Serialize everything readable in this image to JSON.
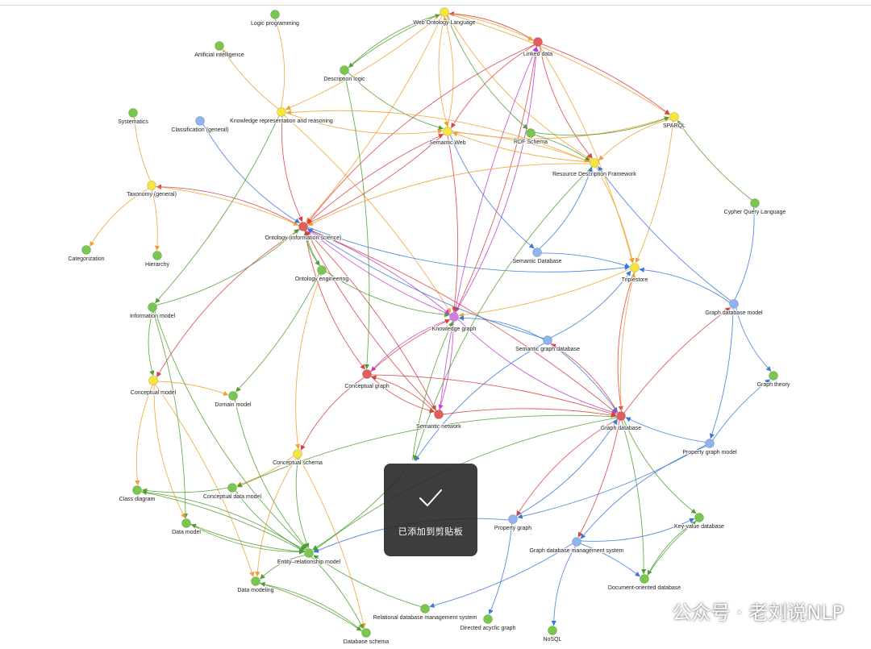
{
  "colors": {
    "yellow": "#f7e63a",
    "red": "#e45d5d",
    "green": "#7ac74f",
    "blue": "#8fb4f0",
    "purple": "#cf7fe0",
    "edge_orange": "#f0a030",
    "edge_red": "#d94040",
    "edge_green": "#4fa030",
    "edge_blue": "#3c78d8",
    "edge_purple": "#c040d0"
  },
  "nodes": [
    {
      "id": "owl",
      "label": "Web Ontology Language",
      "type": "yellow"
    },
    {
      "id": "linked",
      "label": "Linked data",
      "type": "red"
    },
    {
      "id": "logicprog",
      "label": "Logic programming",
      "type": "green"
    },
    {
      "id": "ai",
      "label": "Artificial intelligence",
      "type": "green"
    },
    {
      "id": "dl",
      "label": "Description logic",
      "type": "green"
    },
    {
      "id": "krr",
      "label": "Knowledge representation and reasoning",
      "type": "yellow"
    },
    {
      "id": "systematics",
      "label": "Systematics",
      "type": "green"
    },
    {
      "id": "classif",
      "label": "Classification (general)",
      "type": "blue"
    },
    {
      "id": "semweb",
      "label": "Semantic Web",
      "type": "yellow"
    },
    {
      "id": "rdfs",
      "label": "RDF Schema",
      "type": "green"
    },
    {
      "id": "sparql",
      "label": "SPARQL",
      "type": "yellow"
    },
    {
      "id": "rdf",
      "label": "Resource Description Framework",
      "type": "yellow"
    },
    {
      "id": "taxonomy",
      "label": "Taxonomy (general)",
      "type": "yellow"
    },
    {
      "id": "cypher",
      "label": "Cypher Query Language",
      "type": "green"
    },
    {
      "id": "ontology",
      "label": "Ontology (information science)",
      "type": "red"
    },
    {
      "id": "categ",
      "label": "Categorization",
      "type": "green"
    },
    {
      "id": "hierarchy",
      "label": "Hierarchy",
      "type": "green"
    },
    {
      "id": "semdb",
      "label": "Semantic Database",
      "type": "blue"
    },
    {
      "id": "triplestore",
      "label": "Triplestore",
      "type": "yellow"
    },
    {
      "id": "onteng",
      "label": "Ontology engineering",
      "type": "green"
    },
    {
      "id": "infomodel",
      "label": "Information model",
      "type": "green"
    },
    {
      "id": "gdbmodel",
      "label": "Graph database model",
      "type": "blue"
    },
    {
      "id": "kg",
      "label": "Knowledge graph",
      "type": "purple"
    },
    {
      "id": "semgdb",
      "label": "Semantic graph database",
      "type": "blue"
    },
    {
      "id": "graphtheory",
      "label": "Graph theory",
      "type": "green"
    },
    {
      "id": "concgraph",
      "label": "Conceptual graph",
      "type": "red"
    },
    {
      "id": "concmodel",
      "label": "Conceptual model",
      "type": "yellow"
    },
    {
      "id": "dommodel",
      "label": "Domain model",
      "type": "green"
    },
    {
      "id": "semnet",
      "label": "Semantic network",
      "type": "red"
    },
    {
      "id": "graphdb",
      "label": "Graph database",
      "type": "red"
    },
    {
      "id": "propgraphmodel",
      "label": "Property graph model",
      "type": "blue"
    },
    {
      "id": "concschema",
      "label": "Conceptual schema",
      "type": "yellow"
    },
    {
      "id": "concdatamodel",
      "label": "Conceptual data model",
      "type": "green"
    },
    {
      "id": "classdiag",
      "label": "Class diagram",
      "type": "green"
    },
    {
      "id": "datamodel",
      "label": "Data model",
      "type": "green"
    },
    {
      "id": "propgraph",
      "label": "Property graph",
      "type": "blue"
    },
    {
      "id": "kvdb",
      "label": "Key-value database",
      "type": "green"
    },
    {
      "id": "gdbms",
      "label": "Graph database management system",
      "type": "blue"
    },
    {
      "id": "er",
      "label": "Entity–relationship model",
      "type": "green"
    },
    {
      "id": "datamodeling",
      "label": "Data modeling",
      "type": "green"
    },
    {
      "id": "docdb",
      "label": "Document-oriented database",
      "type": "green"
    },
    {
      "id": "rdbms",
      "label": "Relational database management system",
      "type": "green"
    },
    {
      "id": "dag",
      "label": "Directed acyclic graph",
      "type": "green"
    },
    {
      "id": "nosql",
      "label": "NoSQL",
      "type": "green"
    },
    {
      "id": "dbschema",
      "label": "Database schema",
      "type": "green"
    },
    {
      "id": "hidden",
      "label": "",
      "type": "green"
    }
  ],
  "edges": [
    [
      "linked",
      "owl",
      "edge_red"
    ],
    [
      "owl",
      "linked",
      "edge_orange"
    ],
    [
      "owl",
      "dl",
      "edge_green"
    ],
    [
      "dl",
      "owl",
      "edge_green"
    ],
    [
      "owl",
      "semweb",
      "edge_orange"
    ],
    [
      "owl",
      "krr",
      "edge_orange"
    ],
    [
      "owl",
      "rdf",
      "edge_orange"
    ],
    [
      "owl",
      "sparql",
      "edge_orange"
    ],
    [
      "owl",
      "rdfs",
      "edge_green"
    ],
    [
      "owl",
      "ontology",
      "edge_orange"
    ],
    [
      "linked",
      "semweb",
      "edge_red"
    ],
    [
      "linked",
      "sparql",
      "edge_red"
    ],
    [
      "linked",
      "rdf",
      "edge_red"
    ],
    [
      "linked",
      "triplestore",
      "edge_orange"
    ],
    [
      "linked",
      "ontology",
      "edge_red"
    ],
    [
      "linked",
      "kg",
      "edge_red"
    ],
    [
      "kg",
      "linked",
      "edge_purple"
    ],
    [
      "semnet",
      "linked",
      "edge_purple"
    ],
    [
      "krr",
      "logicprog",
      "edge_orange"
    ],
    [
      "krr",
      "ai",
      "edge_orange"
    ],
    [
      "krr",
      "ontology",
      "edge_red"
    ],
    [
      "krr",
      "kg",
      "edge_orange"
    ],
    [
      "krr",
      "semweb",
      "edge_orange"
    ],
    [
      "dl",
      "concgraph",
      "edge_green"
    ],
    [
      "dl",
      "semweb",
      "edge_green"
    ],
    [
      "taxonomy",
      "systematics",
      "edge_orange"
    ],
    [
      "taxonomy",
      "categ",
      "edge_orange"
    ],
    [
      "taxonomy",
      "hierarchy",
      "edge_orange"
    ],
    [
      "ontology",
      "taxonomy",
      "edge_red"
    ],
    [
      "taxonomy",
      "ontology",
      "edge_orange"
    ],
    [
      "classif",
      "ontology",
      "edge_blue"
    ],
    [
      "semweb",
      "rdf",
      "edge_orange"
    ],
    [
      "semweb",
      "sparql",
      "edge_orange"
    ],
    [
      "semweb",
      "ontology",
      "edge_red"
    ],
    [
      "semweb",
      "semdb",
      "edge_blue"
    ],
    [
      "semweb",
      "kg",
      "edge_red"
    ],
    [
      "semweb",
      "owl",
      "edge_orange"
    ],
    [
      "rdfs",
      "rdf",
      "edge_green"
    ],
    [
      "rdfs",
      "sparql",
      "edge_green"
    ],
    [
      "rdf",
      "triplestore",
      "edge_orange"
    ],
    [
      "rdf",
      "ontology",
      "edge_orange"
    ],
    [
      "rdf",
      "semweb",
      "edge_orange"
    ],
    [
      "rdf",
      "krr",
      "edge_orange"
    ],
    [
      "sparql",
      "triplestore",
      "edge_orange"
    ],
    [
      "sparql",
      "rdf",
      "edge_orange"
    ],
    [
      "cypher",
      "sparql",
      "edge_green"
    ],
    [
      "gdbmodel",
      "cypher",
      "edge_blue"
    ],
    [
      "ontology",
      "semweb",
      "edge_red"
    ],
    [
      "ontology",
      "triplestore",
      "edge_blue"
    ],
    [
      "ontology",
      "kg",
      "edge_purple"
    ],
    [
      "ontology",
      "onteng",
      "edge_green"
    ],
    [
      "onteng",
      "ontology",
      "edge_green"
    ],
    [
      "ontology",
      "concgraph",
      "edge_red"
    ],
    [
      "ontology",
      "semnet",
      "edge_red"
    ],
    [
      "ontology",
      "concmodel",
      "edge_red"
    ],
    [
      "ontology",
      "graphdb",
      "edge_red"
    ],
    [
      "infomodel",
      "ontology",
      "edge_green"
    ],
    [
      "semdb",
      "triplestore",
      "edge_blue"
    ],
    [
      "semdb",
      "rdf",
      "edge_blue"
    ],
    [
      "triplestore",
      "kg",
      "edge_orange"
    ],
    [
      "triplestore",
      "graphdb",
      "edge_red"
    ],
    [
      "graphdb",
      "triplestore",
      "edge_orange"
    ],
    [
      "gdbmodel",
      "triplestore",
      "edge_blue"
    ],
    [
      "gdbmodel",
      "rdf",
      "edge_blue"
    ],
    [
      "gdbmodel",
      "graphtheory",
      "edge_blue"
    ],
    [
      "gdbmodel",
      "propgraphmodel",
      "edge_blue"
    ],
    [
      "onteng",
      "kg",
      "edge_green"
    ],
    [
      "onteng",
      "dommodel",
      "edge_green"
    ],
    [
      "kg",
      "concgraph",
      "edge_purple"
    ],
    [
      "kg",
      "semnet",
      "edge_purple"
    ],
    [
      "kg",
      "graphdb",
      "edge_purple"
    ],
    [
      "kg",
      "ontology",
      "edge_purple"
    ],
    [
      "semgdb",
      "kg",
      "edge_blue"
    ],
    [
      "semgdb",
      "graphdb",
      "edge_blue"
    ],
    [
      "semgdb",
      "triplestore",
      "edge_blue"
    ],
    [
      "semgdb",
      "ontology",
      "edge_blue"
    ],
    [
      "semgdb",
      "hidden",
      "edge_blue"
    ],
    [
      "concgraph",
      "kg",
      "edge_red"
    ],
    [
      "concgraph",
      "semnet",
      "edge_red"
    ],
    [
      "concgraph",
      "graphdb",
      "edge_red"
    ],
    [
      "concgraph",
      "concschema",
      "edge_red"
    ],
    [
      "semnet",
      "graphdb",
      "edge_red"
    ],
    [
      "semnet",
      "concgraph",
      "edge_red"
    ],
    [
      "semnet",
      "ontology",
      "edge_red"
    ],
    [
      "graphdb",
      "semgdb",
      "edge_red"
    ],
    [
      "graphdb",
      "gdbmodel",
      "edge_red"
    ],
    [
      "graphdb",
      "propgraph",
      "edge_red"
    ],
    [
      "graphdb",
      "gdbms",
      "edge_red"
    ],
    [
      "graphdb",
      "er",
      "edge_green"
    ],
    [
      "graphdb",
      "docdb",
      "edge_green"
    ],
    [
      "graphdb",
      "kvdb",
      "edge_green"
    ],
    [
      "propgraphmodel",
      "graphdb",
      "edge_blue"
    ],
    [
      "propgraphmodel",
      "gdbms",
      "edge_blue"
    ],
    [
      "propgraphmodel",
      "graphtheory",
      "edge_blue"
    ],
    [
      "propgraph",
      "graphdb",
      "edge_blue"
    ],
    [
      "propgraph",
      "dag",
      "edge_blue"
    ],
    [
      "propgraph",
      "er",
      "edge_blue"
    ],
    [
      "propgraphmodel",
      "propgraph",
      "edge_blue"
    ],
    [
      "gdbms",
      "kvdb",
      "edge_blue"
    ],
    [
      "gdbms",
      "docdb",
      "edge_blue"
    ],
    [
      "gdbms",
      "nosql",
      "edge_blue"
    ],
    [
      "gdbms",
      "rdbms",
      "edge_blue"
    ],
    [
      "kvdb",
      "docdb",
      "edge_green"
    ],
    [
      "docdb",
      "kvdb",
      "edge_green"
    ],
    [
      "infomodel",
      "concmodel",
      "edge_green"
    ],
    [
      "infomodel",
      "datamodel",
      "edge_green"
    ],
    [
      "infomodel",
      "er",
      "edge_green"
    ],
    [
      "concmodel",
      "dommodel",
      "edge_orange"
    ],
    [
      "concmodel",
      "classdiag",
      "edge_orange"
    ],
    [
      "concmodel",
      "datamodeling",
      "edge_orange"
    ],
    [
      "concmodel",
      "datamodel",
      "edge_orange"
    ],
    [
      "concschema",
      "concdatamodel",
      "edge_orange"
    ],
    [
      "concschema",
      "datamodeling",
      "edge_orange"
    ],
    [
      "concschema",
      "dbschema",
      "edge_orange"
    ],
    [
      "concschema",
      "er",
      "edge_green"
    ],
    [
      "concdatamodel",
      "classdiag",
      "edge_green"
    ],
    [
      "concdatamodel",
      "er",
      "edge_green"
    ],
    [
      "classdiag",
      "er",
      "edge_green"
    ],
    [
      "datamodel",
      "er",
      "edge_green"
    ],
    [
      "er",
      "datamodel",
      "edge_green"
    ],
    [
      "er",
      "datamodeling",
      "edge_green"
    ],
    [
      "er",
      "dbschema",
      "edge_green"
    ],
    [
      "er",
      "classdiag",
      "edge_green"
    ],
    [
      "datamodeling",
      "dbschema",
      "edge_green"
    ],
    [
      "dbschema",
      "datamodeling",
      "edge_green"
    ],
    [
      "rdbms",
      "er",
      "edge_green"
    ],
    [
      "dommodel",
      "er",
      "edge_green"
    ],
    [
      "krr",
      "infomodel",
      "edge_green"
    ],
    [
      "onteng",
      "concschema",
      "edge_orange"
    ],
    [
      "hidden",
      "er",
      "edge_green"
    ],
    [
      "graphdb",
      "concdatamodel",
      "edge_green"
    ],
    [
      "hidden",
      "kg",
      "edge_green"
    ],
    [
      "rdf",
      "hidden",
      "edge_green"
    ]
  ],
  "toast": {
    "message": "已添加到剪贴板",
    "icon": "check-icon"
  },
  "watermark": {
    "text": "公众号 · 老刘说NLP",
    "icon": "wechat-icon"
  }
}
